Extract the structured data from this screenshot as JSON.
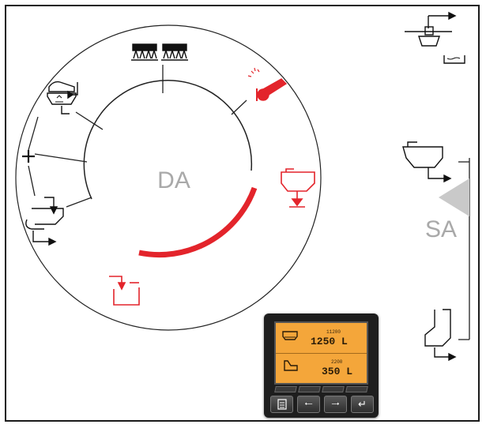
{
  "diagram": {
    "center_label": "DA",
    "side_label": "SA",
    "active_color": "#e3242b",
    "label_color": "#a9a9a9"
  },
  "icons": {
    "boom_sections": "boom-sections-icon",
    "spray_gun": "spray-gun-icon",
    "chemical_inductor": "chemical-inductor-icon",
    "add": "plus-icon",
    "main_tank_fill": "main-tank-fill-icon",
    "tank_bottom_return": "tank-return-icon",
    "tank_drain": "tank-drain-icon",
    "rinse_tank": "rinse-tank-icon",
    "suction_tank": "suction-tank-icon",
    "suction_drain": "suction-drain-icon"
  },
  "terminal": {
    "row1": {
      "capacity": "11200",
      "value": "1250 L"
    },
    "row2": {
      "capacity": "2200",
      "value": "350 L"
    },
    "buttons": [
      "menu",
      "left",
      "right",
      "enter"
    ]
  }
}
